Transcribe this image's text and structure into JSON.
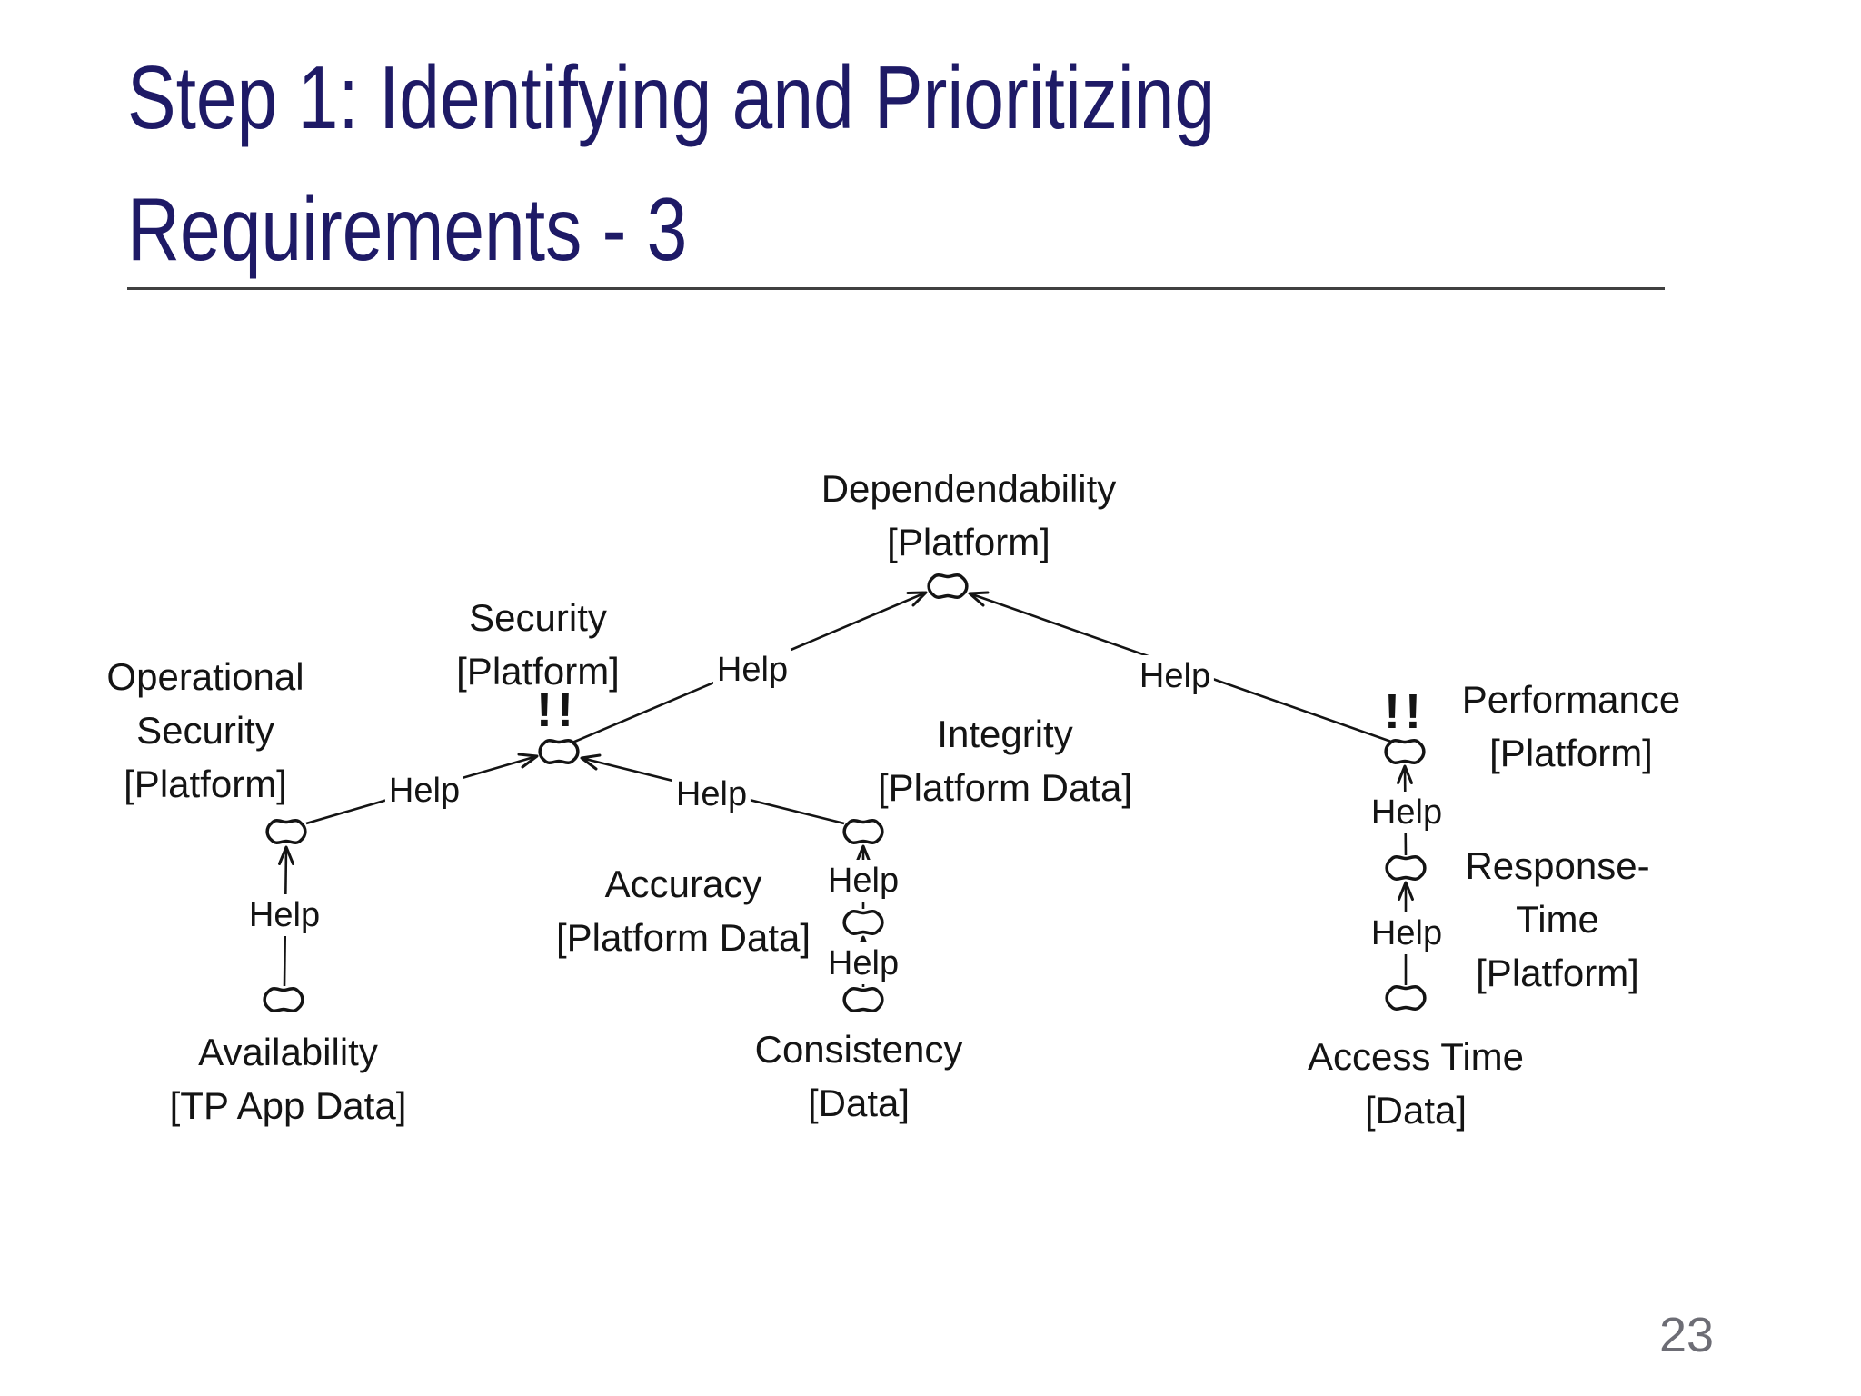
{
  "slide": {
    "title": {
      "line1": "Step 1: Identifying and Prioritizing",
      "line2": "Requirements - 3"
    },
    "page_number": "23"
  },
  "colors": {
    "title": "#1e1a66",
    "ink": "#141414",
    "page_number": "#6d6d75"
  },
  "diagram": {
    "type": "softgoal-interdependency-graph",
    "nodes": [
      {
        "id": "dependendability",
        "lines": [
          "Dependendability",
          "[Platform]"
        ]
      },
      {
        "id": "security",
        "lines": [
          "Security",
          "[Platform]"
        ],
        "priority": "!!"
      },
      {
        "id": "operational-security",
        "lines": [
          "Operational",
          "Security",
          "[Platform]"
        ]
      },
      {
        "id": "availability",
        "lines": [
          "Availability",
          "[TP App Data]"
        ]
      },
      {
        "id": "integrity",
        "lines": [
          "Integrity",
          "[Platform Data]"
        ]
      },
      {
        "id": "accuracy",
        "lines": [
          "Accuracy",
          "[Platform Data]"
        ]
      },
      {
        "id": "consistency",
        "lines": [
          "Consistency",
          "[Data]"
        ]
      },
      {
        "id": "performance",
        "lines": [
          "Performance",
          "[Platform]"
        ],
        "priority": "!!"
      },
      {
        "id": "response-time",
        "lines": [
          "Response-",
          "Time",
          "[Platform]"
        ]
      },
      {
        "id": "access-time",
        "lines": [
          "Access Time",
          "[Data]"
        ]
      }
    ],
    "edges": [
      {
        "from": "security",
        "to": "dependendability",
        "label": "Help"
      },
      {
        "from": "performance",
        "to": "dependendability",
        "label": "Help"
      },
      {
        "from": "operational-security",
        "to": "security",
        "label": "Help"
      },
      {
        "from": "integrity",
        "to": "security",
        "label": "Help"
      },
      {
        "from": "availability",
        "to": "operational-security",
        "label": "Help"
      },
      {
        "from": "accuracy",
        "to": "integrity",
        "label": "Help"
      },
      {
        "from": "consistency",
        "to": "accuracy",
        "label": "Help"
      },
      {
        "from": "response-time",
        "to": "performance",
        "label": "Help"
      },
      {
        "from": "access-time",
        "to": "response-time",
        "label": "Help"
      }
    ]
  }
}
